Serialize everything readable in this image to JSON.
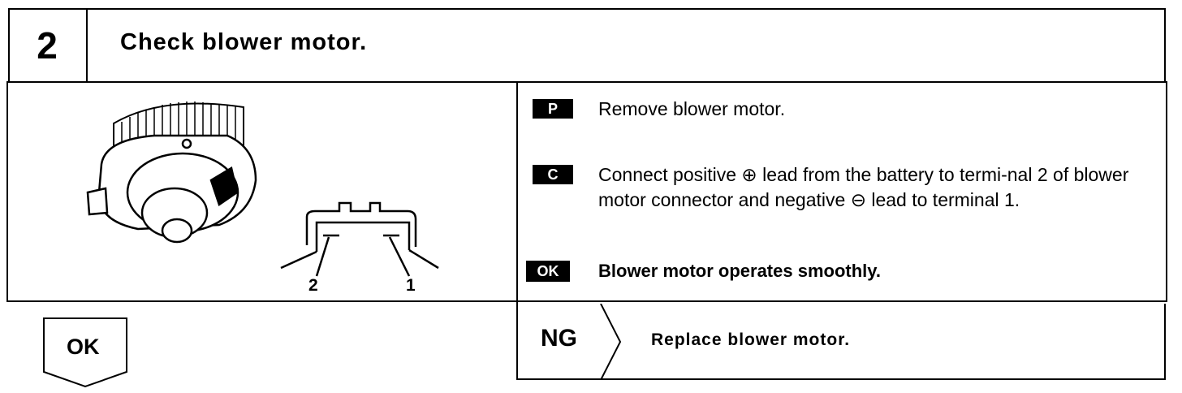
{
  "step": {
    "number": "2",
    "title": "Check blower motor."
  },
  "instructions": [
    {
      "label": "P",
      "text": "Remove blower motor."
    },
    {
      "label": "C",
      "text": "Connect positive ⊕ lead from the battery to termi-nal 2 of blower motor connector and negative ⊖ lead to terminal 1."
    },
    {
      "label": "OK",
      "text": "Blower motor operates smoothly."
    }
  ],
  "connector": {
    "terminals": [
      "2",
      "1"
    ]
  },
  "results": {
    "ok_label": "OK",
    "ng_label": "NG",
    "ng_action": "Replace blower motor."
  }
}
